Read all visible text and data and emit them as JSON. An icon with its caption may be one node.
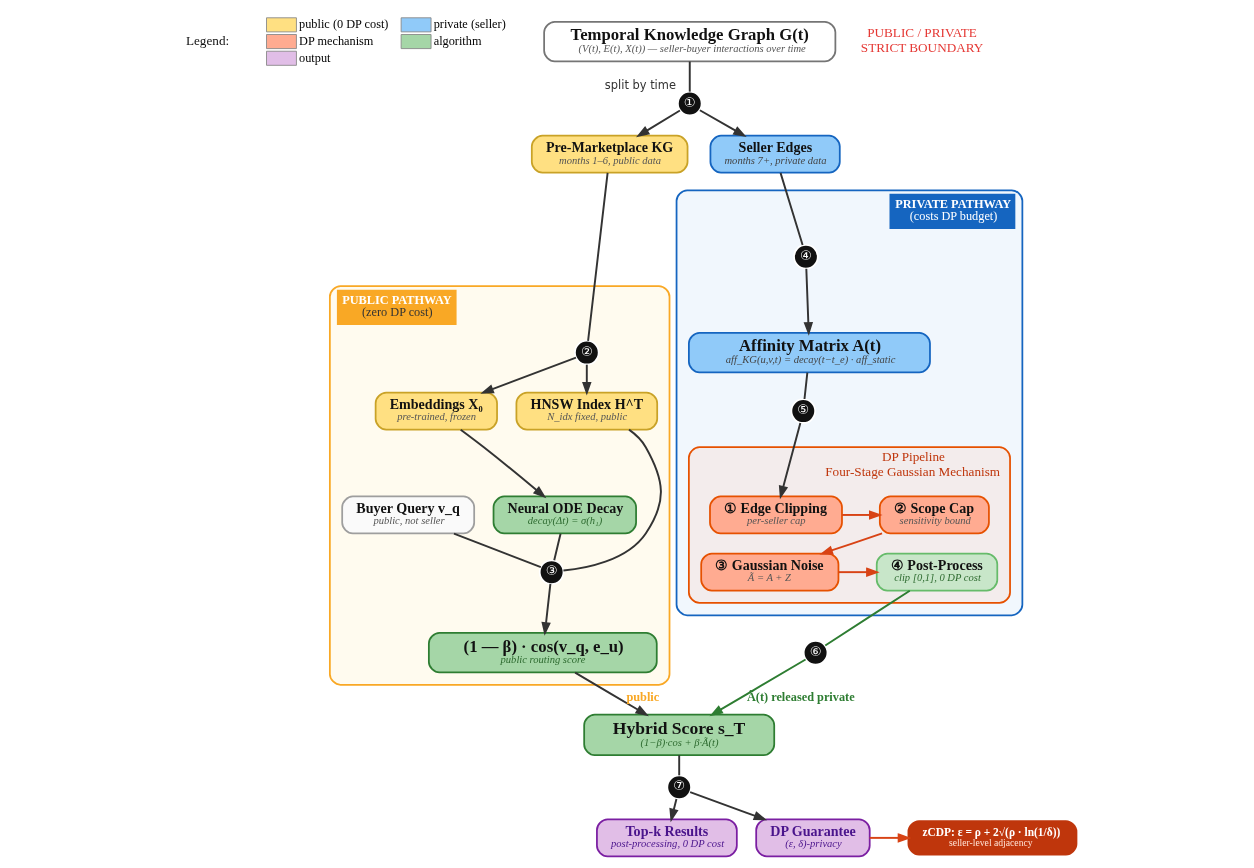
{
  "diagram": {
    "nodes": [
      {
        "text": [
          "Temporal Knowledge Graph G(t)",
          "(V(t), E(t), X(t)) — seller-buyer interactions over time"
        ]
      },
      {
        "text": [
          "①"
        ],
        "beside": [
          "split by time"
        ]
      },
      {
        "text": [
          "Pre-Marketplace KG",
          "months 1–6, public data"
        ]
      },
      {
        "text": [
          "Seller Edges",
          "months 7+, private data"
        ]
      },
      {
        "text": [
          "PUBLIC PATHWAY (zero DP cost)"
        ]
      },
      {
        "text": [
          "②"
        ],
        "in": 4
      },
      {
        "text": [
          "Embeddings X₀",
          "pre-trained, frozen"
        ],
        "in": 4
      },
      {
        "text": [
          "HNSW Index H^T",
          "N_idx fixed, public"
        ],
        "in": 4
      },
      {
        "text": [
          "Neural ODE Decay",
          "decay(Δt) = σ(h₁)"
        ],
        "in": 4
      },
      {
        "text": [
          "Buyer Query v_q",
          "public, not seller"
        ],
        "in": 4
      },
      {
        "text": [
          "③"
        ],
        "in": 4
      },
      {
        "text": [
          "(1 — β) · cos(v_q, e_u)",
          "public routing score"
        ],
        "in": 4
      },
      {
        "text": [
          "PRIVATE PATHWAY (costs DP budget)"
        ]
      },
      {
        "text": [
          "④"
        ],
        "in": 12
      },
      {
        "text": [
          "Affinity Matrix A(t)",
          "aff_KG(u,v,t) = decay(t−t_e) · aff_static"
        ],
        "in": 12
      },
      {
        "text": [
          "DP Pipeline",
          "Four-Stage Gaussian Mechanism"
        ],
        "in": 12
      },
      {
        "text": [
          "⑤"
        ],
        "in": 12
      },
      {
        "text": [
          "① Edge Clipping",
          "per-seller cap"
        ],
        "in": 15
      },
      {
        "text": [
          "② Scope Cap",
          "sensitivity bound"
        ],
        "in": 15
      },
      {
        "text": [
          "④ Post-Process",
          "clip [0,1], 0 DP cost"
        ],
        "in": 15
      },
      {
        "text": [
          "③ Gaussian Noise",
          "Ã = A + Z"
        ],
        "in": 15
      },
      {
        "text": [
          "⑥"
        ]
      },
      {
        "text": [
          "Hybrid Score s_T",
          "(1−β)·cos + β·Ã(t)"
        ]
      },
      {
        "text": [
          "⑦"
        ]
      },
      {
        "text": [
          "Top-k Results",
          "post-processing, 0 DP cost"
        ]
      },
      {
        "text": [
          "DP Guarantee",
          "(ε, δ)-privacy"
        ]
      },
      {
        "text": [
          "zCDP: ε = ρ + 2√(ρ · ln(1/δ))",
          "seller-level adjacency"
        ]
      }
    ],
    "edges": [
      {
        "from": 0,
        "to": 1,
        "arrow": "none"
      },
      {
        "from": 1,
        "to": 2,
        "arrow": "to"
      },
      {
        "from": 1,
        "to": 3,
        "arrow": "to"
      },
      {
        "from": 2,
        "to": 5,
        "arrow": "none"
      },
      {
        "from": 5,
        "to": 6,
        "arrow": "to"
      },
      {
        "from": 5,
        "to": 7,
        "arrow": "to"
      },
      {
        "from": 6,
        "to": 8,
        "arrow": "to"
      },
      {
        "from": 7,
        "to": 10,
        "arrow": "none"
      },
      {
        "from": 8,
        "to": 10,
        "arrow": "none"
      },
      {
        "from": 9,
        "to": 10,
        "arrow": "none"
      },
      {
        "from": 10,
        "to": 11,
        "arrow": "to"
      },
      {
        "from": 3,
        "to": 13,
        "arrow": "none"
      },
      {
        "from": 13,
        "to": 14,
        "arrow": "to"
      },
      {
        "from": 14,
        "to": 16,
        "arrow": "none"
      },
      {
        "from": 16,
        "to": 17,
        "arrow": "to"
      },
      {
        "from": 17,
        "to": 18,
        "arrow": "to",
        "color": "#d84315"
      },
      {
        "from": 18,
        "to": 20,
        "arrow": "to",
        "color": "#d84315"
      },
      {
        "from": 20,
        "to": 19,
        "arrow": "to",
        "color": "#d84315"
      },
      {
        "from": 19,
        "to": 21,
        "arrow": "none",
        "color": "#2e7d32"
      },
      {
        "from": 21,
        "to": 22,
        "arrow": "to",
        "color": "#2e7d32",
        "label": "Ã(t) released private"
      },
      {
        "from": 11,
        "to": 22,
        "arrow": "to",
        "label": "public"
      },
      {
        "from": 22,
        "to": 23,
        "arrow": "none"
      },
      {
        "from": 23,
        "to": 24,
        "arrow": "to"
      },
      {
        "from": 23,
        "to": 25,
        "arrow": "to"
      },
      {
        "from": 25,
        "to": 26,
        "arrow": "to",
        "color": "#d84315"
      }
    ],
    "labels": [
      "Legend:",
      "PUBLIC / PRIVATE STRICT BOUNDARY"
    ],
    "legend": [
      {
        "text": "public (0 DP cost)",
        "color": "#ffe082"
      },
      {
        "text": "private (seller)",
        "color": "#90caf9"
      },
      {
        "text": "DP mechanism",
        "color": "#ffab91"
      },
      {
        "text": "algorithm",
        "color": "#a5d6a7"
      },
      {
        "text": "output",
        "color": "#e1bee7"
      }
    ]
  }
}
